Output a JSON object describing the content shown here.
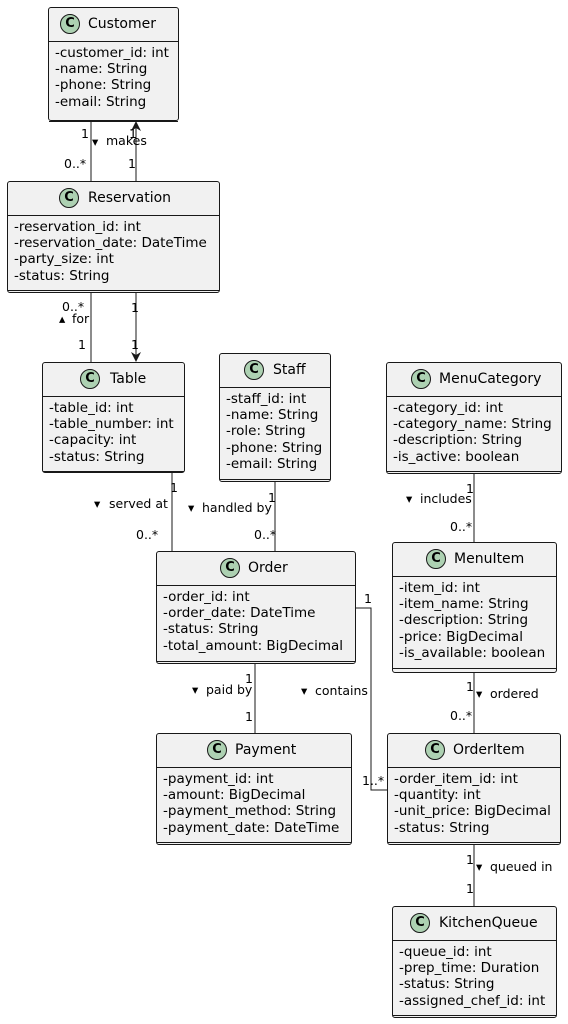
{
  "classes": {
    "customer": {
      "name": "Customer",
      "stereotype": "C",
      "attributes": [
        "-customer_id: int",
        "-name: String",
        "-phone: String",
        "-email: String"
      ]
    },
    "reservation": {
      "name": "Reservation",
      "stereotype": "C",
      "attributes": [
        "-reservation_id: int",
        "-reservation_date: DateTime",
        "-party_size: int",
        "-status: String"
      ]
    },
    "table": {
      "name": "Table",
      "stereotype": "C",
      "attributes": [
        "-table_id: int",
        "-table_number: int",
        "-capacity: int",
        "-status: String"
      ]
    },
    "staff": {
      "name": "Staff",
      "stereotype": "C",
      "attributes": [
        "-staff_id: int",
        "-name: String",
        "-role: String",
        "-phone: String",
        "-email: String"
      ]
    },
    "menucategory": {
      "name": "MenuCategory",
      "stereotype": "C",
      "attributes": [
        "-category_id: int",
        "-category_name: String",
        "-description: String",
        "-is_active: boolean"
      ]
    },
    "order": {
      "name": "Order",
      "stereotype": "C",
      "attributes": [
        "-order_id: int",
        "-order_date: DateTime",
        "-status: String",
        "-total_amount: BigDecimal"
      ]
    },
    "menuitem": {
      "name": "MenuItem",
      "stereotype": "C",
      "attributes": [
        "-item_id: int",
        "-item_name: String",
        "-description: String",
        "-price: BigDecimal",
        "-is_available: boolean"
      ]
    },
    "payment": {
      "name": "Payment",
      "stereotype": "C",
      "attributes": [
        "-payment_id: int",
        "-amount: BigDecimal",
        "-payment_method: String",
        "-payment_date: DateTime"
      ]
    },
    "orderitem": {
      "name": "OrderItem",
      "stereotype": "C",
      "attributes": [
        "-order_item_id: int",
        "-quantity: int",
        "-unit_price: BigDecimal",
        "-status: String"
      ]
    },
    "kitchenqueue": {
      "name": "KitchenQueue",
      "stereotype": "C",
      "attributes": [
        "-queue_id: int",
        "-prep_time: Duration",
        "-status: String",
        "-assigned_chef_id: int"
      ]
    }
  },
  "associations": {
    "makes": {
      "label": "makes",
      "direction": "▾",
      "from_mult": "1",
      "to_mult": "0..*",
      "back_mult_a": "1",
      "back_mult_b": "1"
    },
    "for": {
      "label": "for",
      "direction": "▴",
      "from_mult": "0..*",
      "to_mult": "1",
      "back_mult_a": "1",
      "back_mult_b": "1"
    },
    "served_at": {
      "label": "served at",
      "direction": "▾",
      "from_mult": "1",
      "to_mult": "0..*"
    },
    "handled_by": {
      "label": "handled by",
      "direction": "▾",
      "from_mult": "1",
      "to_mult": "0..*"
    },
    "includes": {
      "label": "includes",
      "direction": "▾",
      "from_mult": "1",
      "to_mult": "0..*"
    },
    "paid_by": {
      "label": "paid by",
      "direction": "▾",
      "from_mult": "1",
      "to_mult": "1"
    },
    "contains": {
      "label": "contains",
      "direction": "▾",
      "from_mult": "1",
      "to_mult": "1..*"
    },
    "ordered": {
      "label": "ordered",
      "direction": "▾",
      "from_mult": "1",
      "to_mult": "0..*"
    },
    "queued_in": {
      "label": "queued in",
      "direction": "▾",
      "from_mult": "1",
      "to_mult": "1"
    }
  },
  "colors": {
    "class_fill": "#f1f1f1",
    "border": "#181818",
    "badge": "#add1b2"
  }
}
